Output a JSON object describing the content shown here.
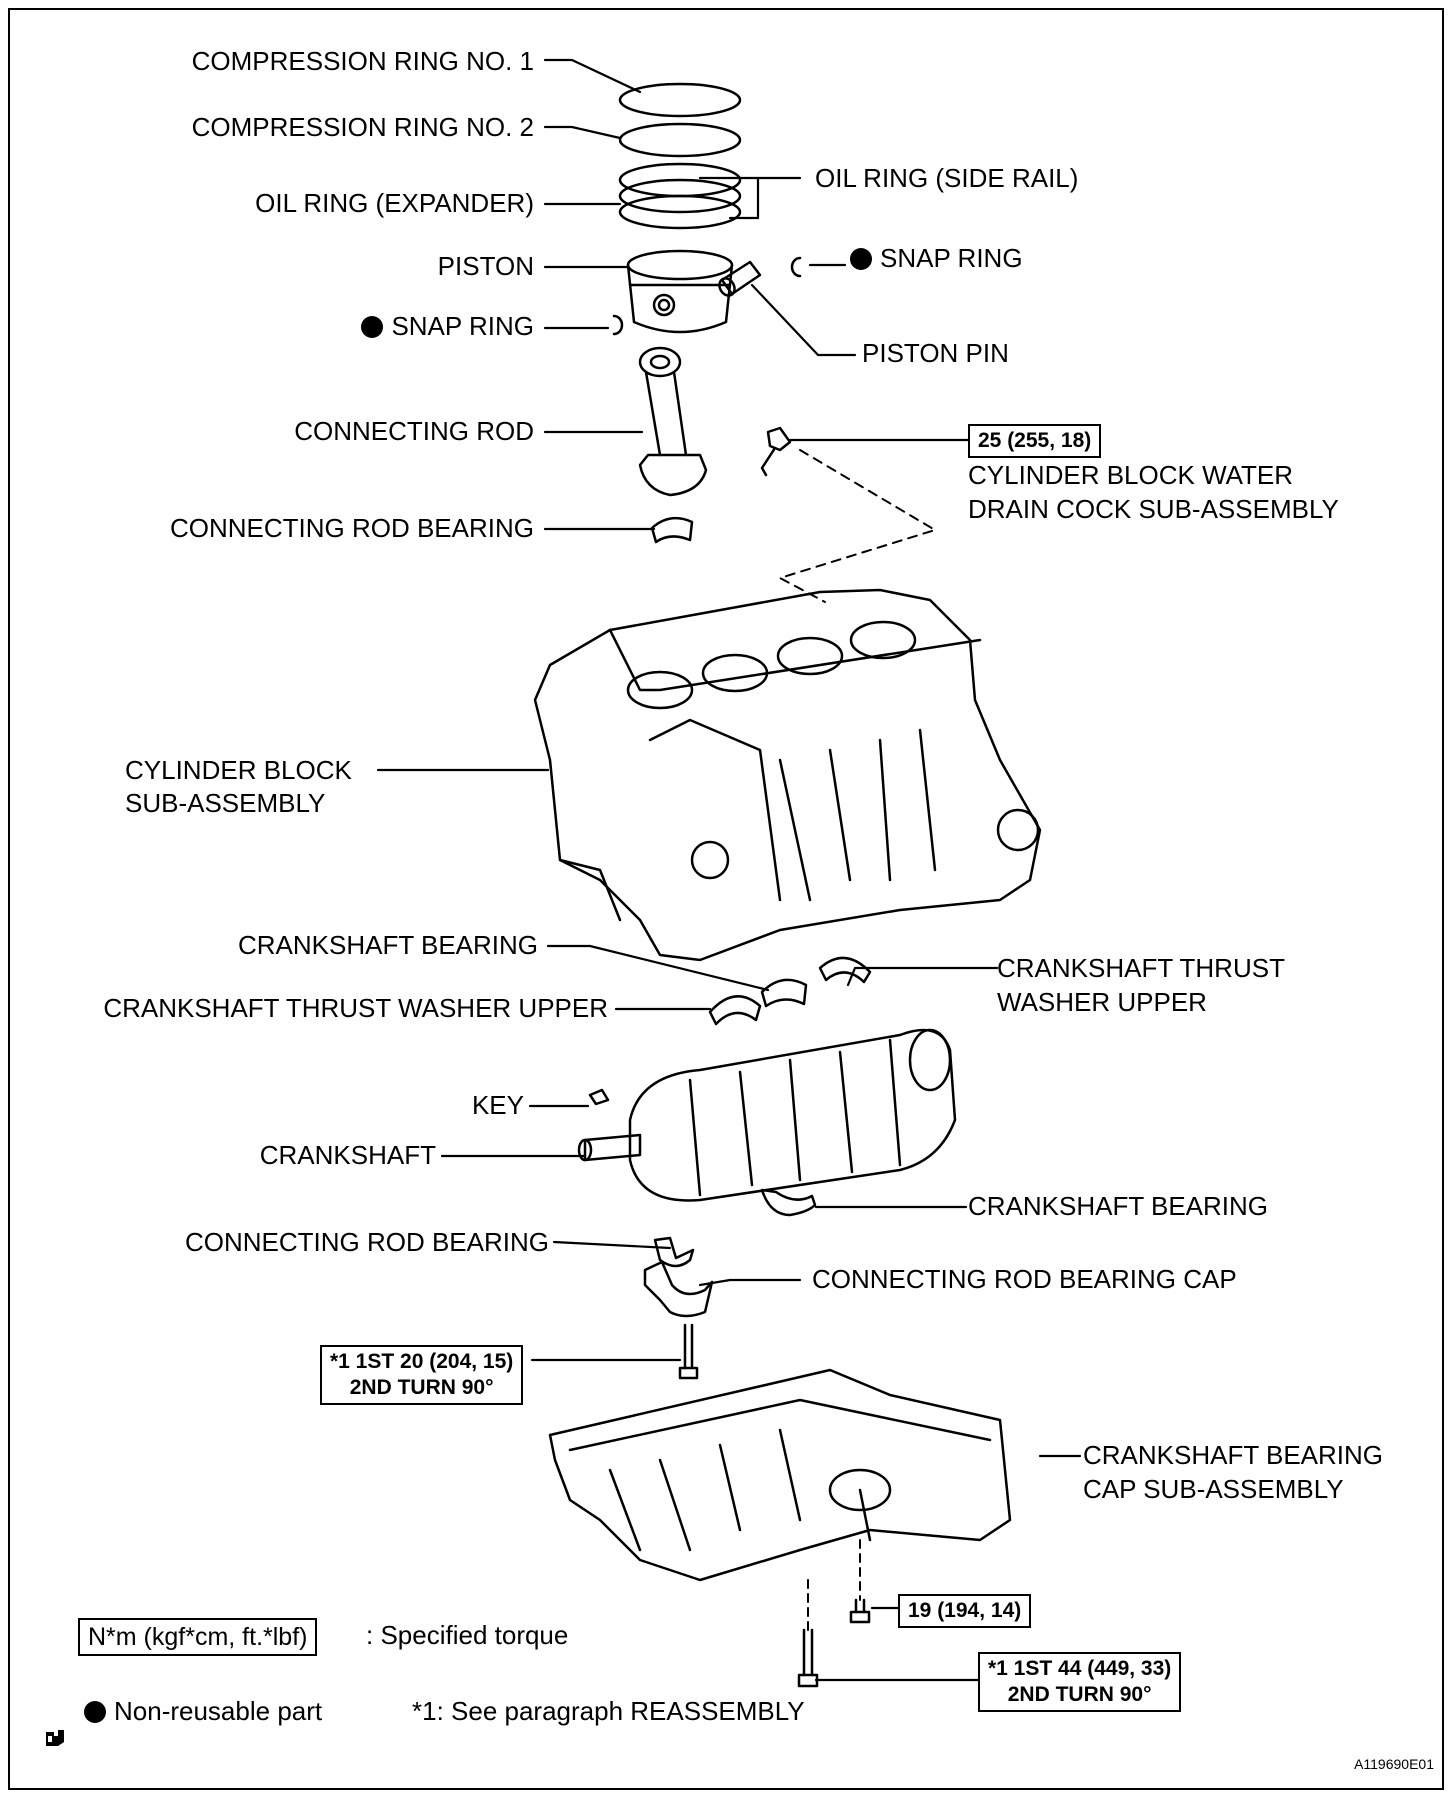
{
  "labels": {
    "compression_ring_1": "COMPRESSION RING NO. 1",
    "compression_ring_2": "COMPRESSION RING NO. 2",
    "oil_ring_expander": "OIL RING (EXPANDER)",
    "oil_ring_side_rail": "OIL RING (SIDE RAIL)",
    "piston": "PISTON",
    "snap_ring_left": "SNAP RING",
    "snap_ring_right": "SNAP RING",
    "piston_pin": "PISTON PIN",
    "connecting_rod": "CONNECTING ROD",
    "connecting_rod_bearing_upper": "CONNECTING ROD BEARING",
    "drain_cock_line1": "CYLINDER BLOCK WATER",
    "drain_cock_line2": "DRAIN COCK SUB-ASSEMBLY",
    "cylinder_block_line1": "CYLINDER BLOCK",
    "cylinder_block_line2": "SUB-ASSEMBLY",
    "crankshaft_bearing_upper": "CRANKSHAFT BEARING",
    "thrust_washer_upper_left": "CRANKSHAFT THRUST WASHER UPPER",
    "thrust_washer_upper_right_line1": "CRANKSHAFT THRUST",
    "thrust_washer_upper_right_line2": "WASHER UPPER",
    "key": "KEY",
    "crankshaft": "CRANKSHAFT",
    "crankshaft_bearing_lower": "CRANKSHAFT BEARING",
    "connecting_rod_bearing_lower": "CONNECTING ROD BEARING",
    "connecting_rod_bearing_cap": "CONNECTING ROD BEARING CAP",
    "bearing_cap_sub_line1": "CRANKSHAFT BEARING",
    "bearing_cap_sub_line2": "CAP SUB-ASSEMBLY"
  },
  "torque": {
    "drain_cock": "25 (255, 18)",
    "rod_bolt_line1": "*1 1ST 20 (204, 15)",
    "rod_bolt_line2": "2ND TURN 90°",
    "cap_bolt_small": "19 (194, 14)",
    "cap_bolt_main_line1": "*1 1ST 44 (449, 33)",
    "cap_bolt_main_line2": "2ND TURN 90°"
  },
  "legend": {
    "torque_unit": "N*m (kgf*cm, ft.*lbf)",
    "torque_desc": ": Specified torque",
    "non_reusable": "Non-reusable part",
    "note": "*1: See paragraph REASSEMBLY"
  },
  "figure_id": "A119690E01"
}
